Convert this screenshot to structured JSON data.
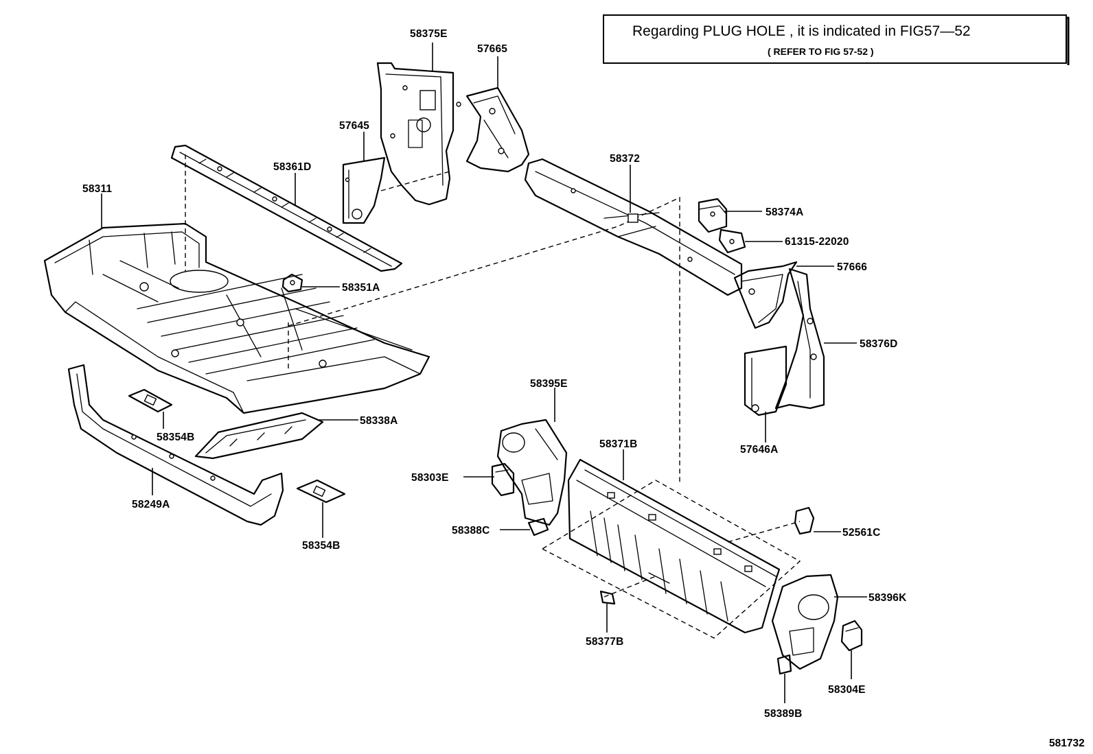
{
  "note": {
    "line1": "Regarding  PLUG HOLE , it is  indicated  in  FIG57—52",
    "line2": "( REFER TO FIG 57-52 )"
  },
  "figure_number": "581732",
  "callouts": {
    "p58375E": "58375E",
    "p57665": "57665",
    "p57645": "57645",
    "p58361D": "58361D",
    "p58311": "58311",
    "p58372": "58372",
    "p58374A": "58374A",
    "p61315": "61315-22020",
    "p57666": "57666",
    "p58351A": "58351A",
    "p58376D": "58376D",
    "p58395E": "58395E",
    "p58338A": "58338A",
    "p58354B_top": "58354B",
    "p58371B": "58371B",
    "p57646A": "57646A",
    "p58303E": "58303E",
    "p58249A": "58249A",
    "p58388C": "58388C",
    "p52561C": "52561C",
    "p58354B_bottom": "58354B",
    "p58396K": "58396K",
    "p58377B": "58377B",
    "p58304E": "58304E",
    "p58389B": "58389B"
  }
}
